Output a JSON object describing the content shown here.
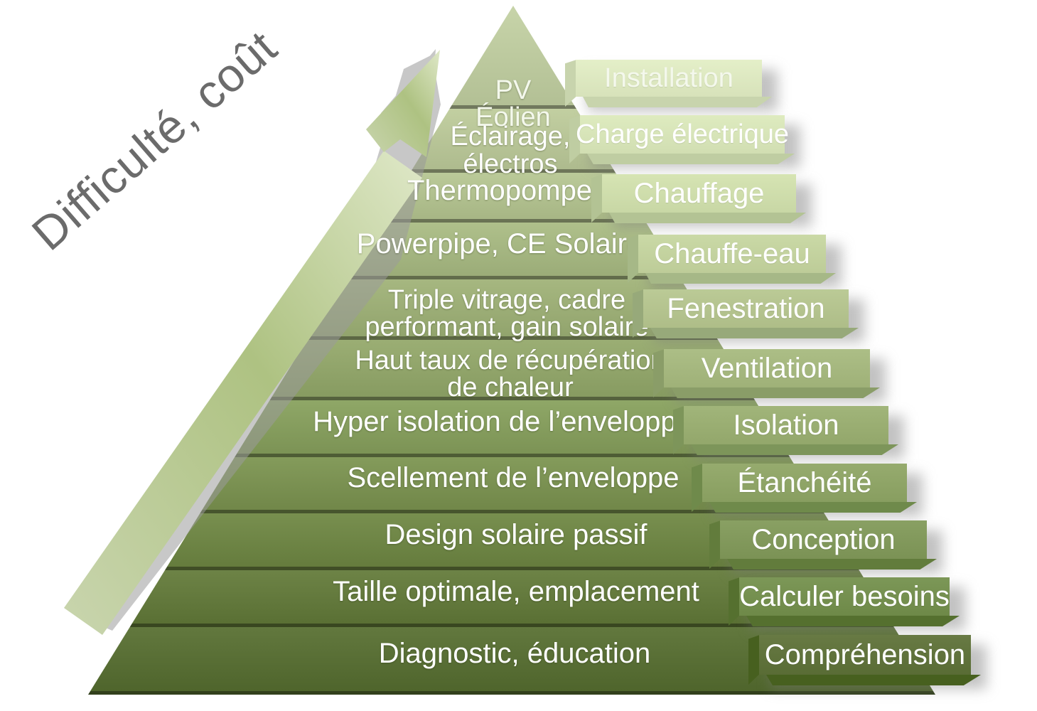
{
  "axis": {
    "label": "Difficulté, coût",
    "arrow_direction": "up-right",
    "arrow_color_start": "#cfd9b3",
    "arrow_color_end": "#8ea85a",
    "label_color": "#6b6b6b"
  },
  "diagram": {
    "type": "pyramid",
    "orientation": "apex-top",
    "level_count": 11,
    "background": "#ffffff"
  },
  "levels": [
    {
      "index": 1,
      "pyramid_text": "PV\nÉolien",
      "box_label": "Installation",
      "band_color": "#c3d1a2",
      "box_color": "#e2eec4",
      "box_bevel": "#c8d4ad",
      "box_shadow": "#9a9a9a",
      "text_color": "#f4f8ec"
    },
    {
      "index": 2,
      "pyramid_text": "Éclairage,\nélectros",
      "box_label": "Charge électrique",
      "band_color": "#bdcb9a",
      "box_color": "#dceabb",
      "box_bevel": "#bfcda2",
      "box_shadow": "#9a9a9a",
      "text_color": "#ffffff"
    },
    {
      "index": 3,
      "pyramid_text": "Thermopompes",
      "box_label": "Chauffage",
      "band_color": "#b6c691",
      "box_color": "#d3e2ae",
      "box_bevel": "#b3c394",
      "box_shadow": "#9a9a9a",
      "text_color": "#ffffff"
    },
    {
      "index": 4,
      "pyramid_text": "Powerpipe, CE Solaire",
      "box_label": "Chauffe-eau",
      "band_color": "#a9bb82",
      "box_color": "#c7d7a0",
      "box_bevel": "#a6b887",
      "box_shadow": "#9a9a9a",
      "text_color": "#ffffff"
    },
    {
      "index": 5,
      "pyramid_text": "Triple vitrage, cadre\nperformant, gain solaire",
      "box_label": "Fenestration",
      "band_color": "#9fb276",
      "box_color": "#b7c78f",
      "box_bevel": "#97a97a",
      "box_shadow": "#8f8f8f",
      "text_color": "#ffffff"
    },
    {
      "index": 6,
      "pyramid_text": "Haut taux de récupération\nde chaleur",
      "box_label": "Ventilation",
      "band_color": "#93a869",
      "box_color": "#a7ba7e",
      "box_bevel": "#8a9d68",
      "box_shadow": "#8f8f8f",
      "text_color": "#ffffff"
    },
    {
      "index": 7,
      "pyramid_text": "Hyper isolation de l’enveloppe",
      "box_label": "Isolation",
      "band_color": "#87a05c",
      "box_color": "#9bb071",
      "box_bevel": "#7d955a",
      "box_shadow": "#8a8a8a",
      "text_color": "#ffffff"
    },
    {
      "index": 8,
      "pyramid_text": "Scellement de l’enveloppe",
      "box_label": "Étanchéité",
      "band_color": "#7b934f",
      "box_color": "#8fa665",
      "box_bevel": "#6f8a4b",
      "box_shadow": "#8a8a8a",
      "text_color": "#ffffff"
    },
    {
      "index": 9,
      "pyramid_text": "Design solaire passif",
      "box_label": "Conception",
      "band_color": "#6e8742",
      "box_color": "#819a59",
      "box_bevel": "#627c3c",
      "box_shadow": "#858585",
      "text_color": "#ffffff"
    },
    {
      "index": 10,
      "pyramid_text": "Taille optimale, emplacement",
      "box_label": "Calculer besoins",
      "band_color": "#627a38",
      "box_color": "#74904c",
      "box_bevel": "#55702f",
      "box_shadow": "#858585",
      "text_color": "#ffffff"
    },
    {
      "index": 11,
      "pyramid_text": "Diagnostic, éducation",
      "box_label": "Compréhension",
      "band_color": "#566e30",
      "box_color": "#5e7238",
      "box_bevel": "#47601f",
      "box_shadow": "#7f7f7f",
      "text_color": "#ffffff"
    }
  ]
}
